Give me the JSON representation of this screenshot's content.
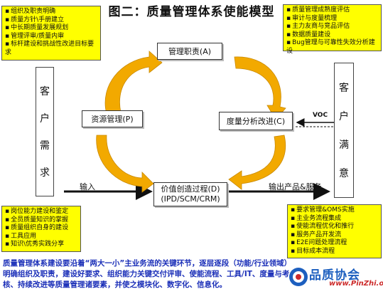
{
  "title": "图二：质量管理体系使能模型",
  "top_left_box": [
    "组织及职责明确",
    "质量方针\\手册建立",
    "中长期质量发展规划",
    "管理评审/质量内审",
    "标杆建设和挑战性改进目标要求"
  ],
  "top_right_box": [
    "质量管理成熟度评估",
    "审计与度量梳理",
    "主力友商与竞品评估",
    "数据质量建设",
    "Bug管理与可靠性失效分析建设"
  ],
  "bottom_left_box": [
    "岗位能力建设和鉴定",
    "全员质量知识的掌握",
    "质量组织自身的建设",
    "工具应用",
    "知识\\优秀实践分享"
  ],
  "bottom_right_box": [
    "要求管理&OMS实施",
    "主业务流程集成",
    "使能流程优化和推行",
    "服务产品开发流",
    "E2E问题处理流程",
    "目标成本流程"
  ],
  "left_vertical": [
    "客",
    "户",
    "需",
    "求"
  ],
  "right_vertical": [
    "客",
    "户",
    "满",
    "意"
  ],
  "nodes": {
    "mgmt": "管理职责(A)",
    "resource": "资源管理(P)",
    "measure": "度量分析改进(C)",
    "value_line1": "价值创造过程(D)",
    "value_line2": "(IPD/SCM/CRM)"
  },
  "labels": {
    "input": "输入",
    "output": "输出产品&服务",
    "voc": "VOC"
  },
  "caption": "质量管理体系建设要沿着“两大一小”主业务流的关键环节，逐层逐段（功能/行业领域）明确组织及职责，建设好要求、组织能力关键交付评审、使能流程、工具/IT、度量与考核、持续改进等质量管理诸要素，并使之模块化、数字化、信息化。",
  "logo": {
    "name": "品质协会",
    "url": "www.PinZhi.org"
  },
  "colors": {
    "arrow": "#f2a900",
    "highlight": "#ffff00",
    "caption": "#1b2fb8"
  }
}
